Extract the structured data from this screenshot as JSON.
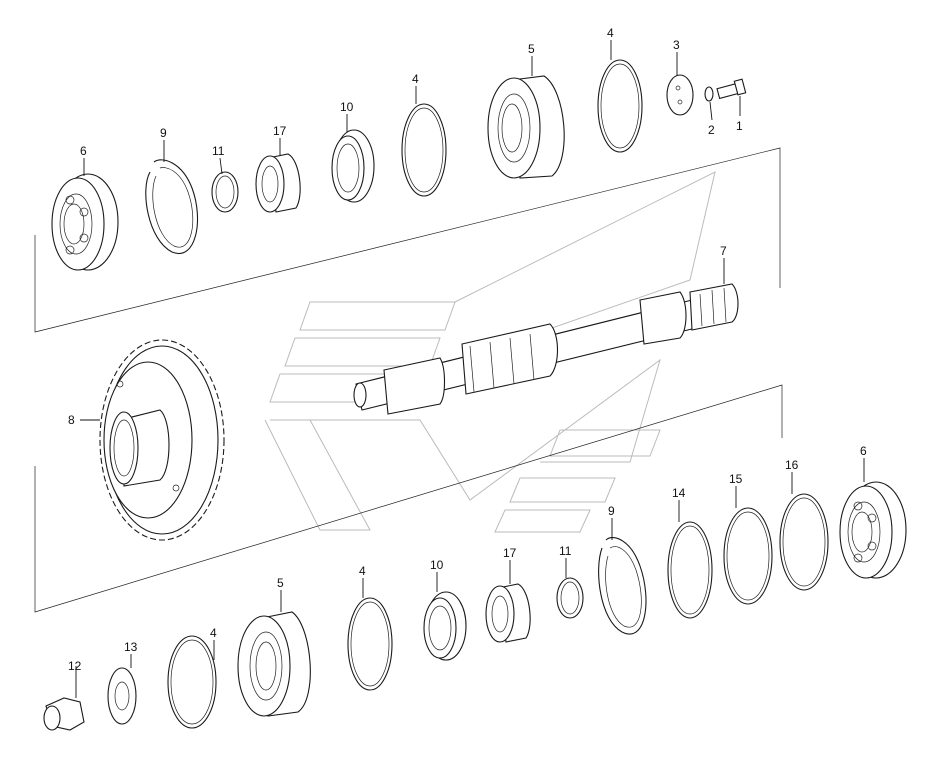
{
  "diagram": {
    "labels": [
      {
        "id": "l6a",
        "text": "6"
      },
      {
        "id": "l9a",
        "text": "9"
      },
      {
        "id": "l11a",
        "text": "11"
      },
      {
        "id": "l17a",
        "text": "17"
      },
      {
        "id": "l10a",
        "text": "10"
      },
      {
        "id": "l4a",
        "text": "4"
      },
      {
        "id": "l5a",
        "text": "5"
      },
      {
        "id": "l4b",
        "text": "4"
      },
      {
        "id": "l3",
        "text": "3"
      },
      {
        "id": "l2",
        "text": "2"
      },
      {
        "id": "l1",
        "text": "1"
      },
      {
        "id": "l7",
        "text": "7"
      },
      {
        "id": "l8",
        "text": "8"
      },
      {
        "id": "l9b",
        "text": "9"
      },
      {
        "id": "l14",
        "text": "14"
      },
      {
        "id": "l15",
        "text": "15"
      },
      {
        "id": "l16",
        "text": "16"
      },
      {
        "id": "l6b",
        "text": "6"
      },
      {
        "id": "l17b",
        "text": "17"
      },
      {
        "id": "l11b",
        "text": "11"
      },
      {
        "id": "l10b",
        "text": "10"
      },
      {
        "id": "l4c",
        "text": "4"
      },
      {
        "id": "l5b",
        "text": "5"
      },
      {
        "id": "l4d",
        "text": "4"
      },
      {
        "id": "l13",
        "text": "13"
      },
      {
        "id": "l12",
        "text": "12"
      }
    ]
  }
}
